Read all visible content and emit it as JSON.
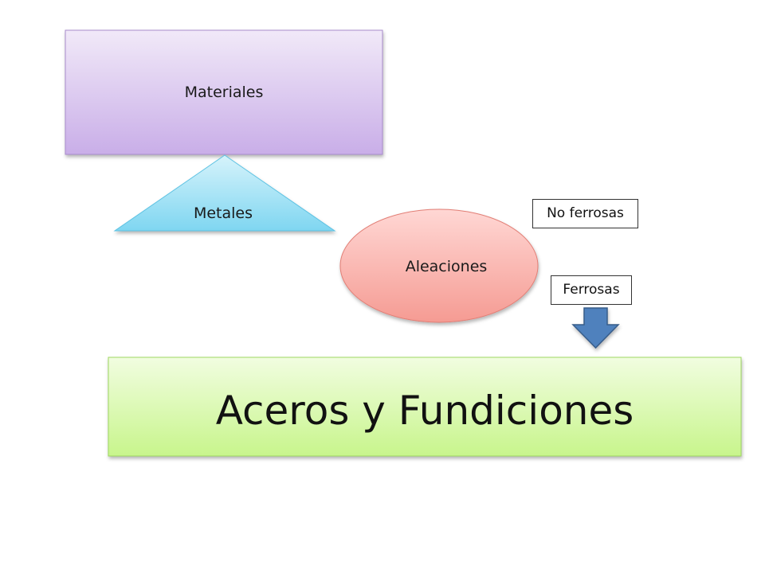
{
  "diagram": {
    "materiales": {
      "label": "Materiales",
      "fill_top": "#f1e9f8",
      "fill_bottom": "#c9aee8",
      "stroke": "#a98ccd"
    },
    "metales": {
      "label": "Metales",
      "fill_top": "#d6f3fb",
      "fill_bottom": "#7fd6f1",
      "stroke": "#5cc2e3"
    },
    "aleaciones": {
      "label": "Aleaciones",
      "fill_top": "#ffd7d4",
      "fill_bottom": "#f59b93",
      "stroke": "#e27e75"
    },
    "no_ferrosas": {
      "label": "No ferrosas"
    },
    "ferrosas": {
      "label": "Ferrosas"
    },
    "arrow": {
      "fill": "#4f81bd",
      "stroke": "#385d8a"
    },
    "aceros": {
      "label": "Aceros y Fundiciones",
      "fill_top": "#f1fde0",
      "fill_bottom": "#c8f58c",
      "stroke": "#9fd860"
    }
  }
}
